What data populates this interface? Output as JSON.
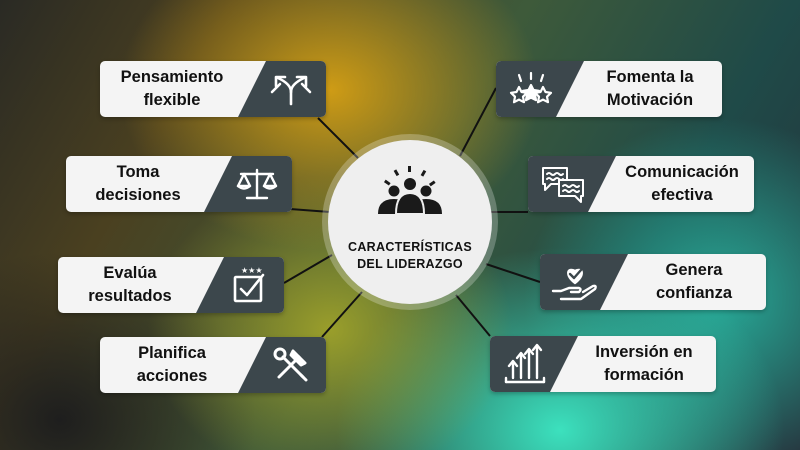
{
  "center": {
    "title": "CARACTERÍSTICAS\nDEL LIDERAZGO",
    "icon": "team-icon"
  },
  "left_items": [
    {
      "label": "Pensamiento\nflexible",
      "icon": "diverging-arrows-icon"
    },
    {
      "label": "Toma\ndecisiones",
      "icon": "scales-icon"
    },
    {
      "label": "Evalúa\nresultados",
      "icon": "checkbox-stars-icon"
    },
    {
      "label": "Planifica\nacciones",
      "icon": "tools-icon"
    }
  ],
  "right_items": [
    {
      "label": "Fomenta la\nMotivación",
      "icon": "stars-icon"
    },
    {
      "label": "Comunicación\nefectiva",
      "icon": "chat-bubbles-icon"
    },
    {
      "label": "Genera\nconfianza",
      "icon": "hand-heart-icon"
    },
    {
      "label": "Inversión en\nformación",
      "icon": "growth-arrows-icon"
    }
  ],
  "colors": {
    "tile": "#3c474c",
    "card": "#f4f4f4",
    "hub": "#efefef"
  }
}
